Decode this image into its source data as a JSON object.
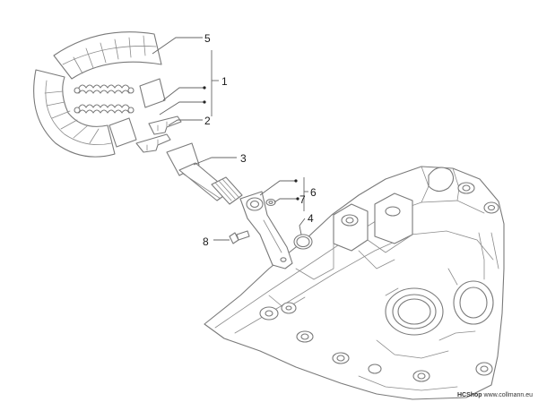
{
  "callouts": {
    "c1": "1",
    "c2": "2",
    "c3": "3",
    "c4": "4",
    "c5": "5",
    "c6": "6",
    "c7": "7",
    "c8": "8"
  },
  "footer": {
    "brand": "HCShop",
    "url": "www.collmann.eu"
  }
}
